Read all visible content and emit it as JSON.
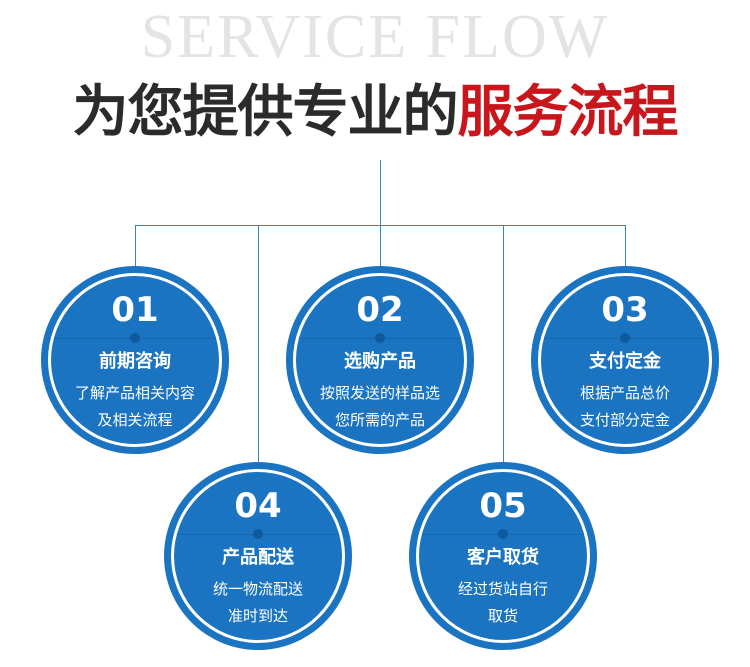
{
  "watermark": "SERVICE FLOW",
  "title": {
    "dark": "为您提供专业的",
    "red": "服务流程"
  },
  "colors": {
    "blue": "#1b74c1",
    "red": "#c8161d"
  },
  "steps": [
    {
      "num": "01",
      "title": "前期咨询",
      "line1": "了解产品相关内容",
      "line2": "及相关流程"
    },
    {
      "num": "02",
      "title": "选购产品",
      "line1": "按照发送的样品选",
      "line2": "您所需的产品"
    },
    {
      "num": "03",
      "title": "支付定金",
      "line1": "根据产品总价",
      "line2": "支付部分定金"
    },
    {
      "num": "04",
      "title": "产品配送",
      "line1": "统一物流配送",
      "line2": "准时到达"
    },
    {
      "num": "05",
      "title": "客户取货",
      "line1": "经过货站自行",
      "line2": "取货"
    }
  ]
}
